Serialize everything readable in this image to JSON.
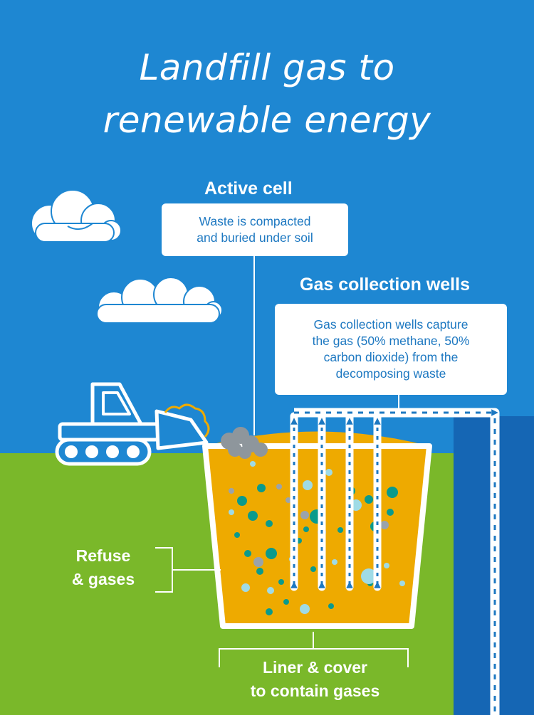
{
  "title": {
    "line1": "Landfill gas to",
    "line2": "renewable energy"
  },
  "active_cell": {
    "heading": "Active cell",
    "description_line1": "Waste is compacted",
    "description_line2": "and buried under soil"
  },
  "gas_wells": {
    "heading": "Gas collection wells",
    "description_line1": "Gas collection wells capture",
    "description_line2": "the gas (50% methane, 50%",
    "description_line3": "carbon dioxide) from the",
    "description_line4": "decomposing waste"
  },
  "refuse": {
    "line1": "Refuse",
    "line2": "& gases"
  },
  "liner": {
    "line1": "Liner & cover",
    "line2": "to contain gases"
  },
  "colors": {
    "sky": "#1e87d2",
    "grass": "#7ab82a",
    "pipe_channel": "#1566b4",
    "waste": "#eeaa00",
    "callout_text": "#1d78c1",
    "teal_bubble": "#0a9a8c",
    "light_bubble": "#9fdbe6",
    "grey_bubble": "#9aa3ab"
  },
  "icons": [
    "cloud-icon",
    "bulldozer-icon",
    "gas-well-arrow-icon",
    "smoke-icon"
  ]
}
